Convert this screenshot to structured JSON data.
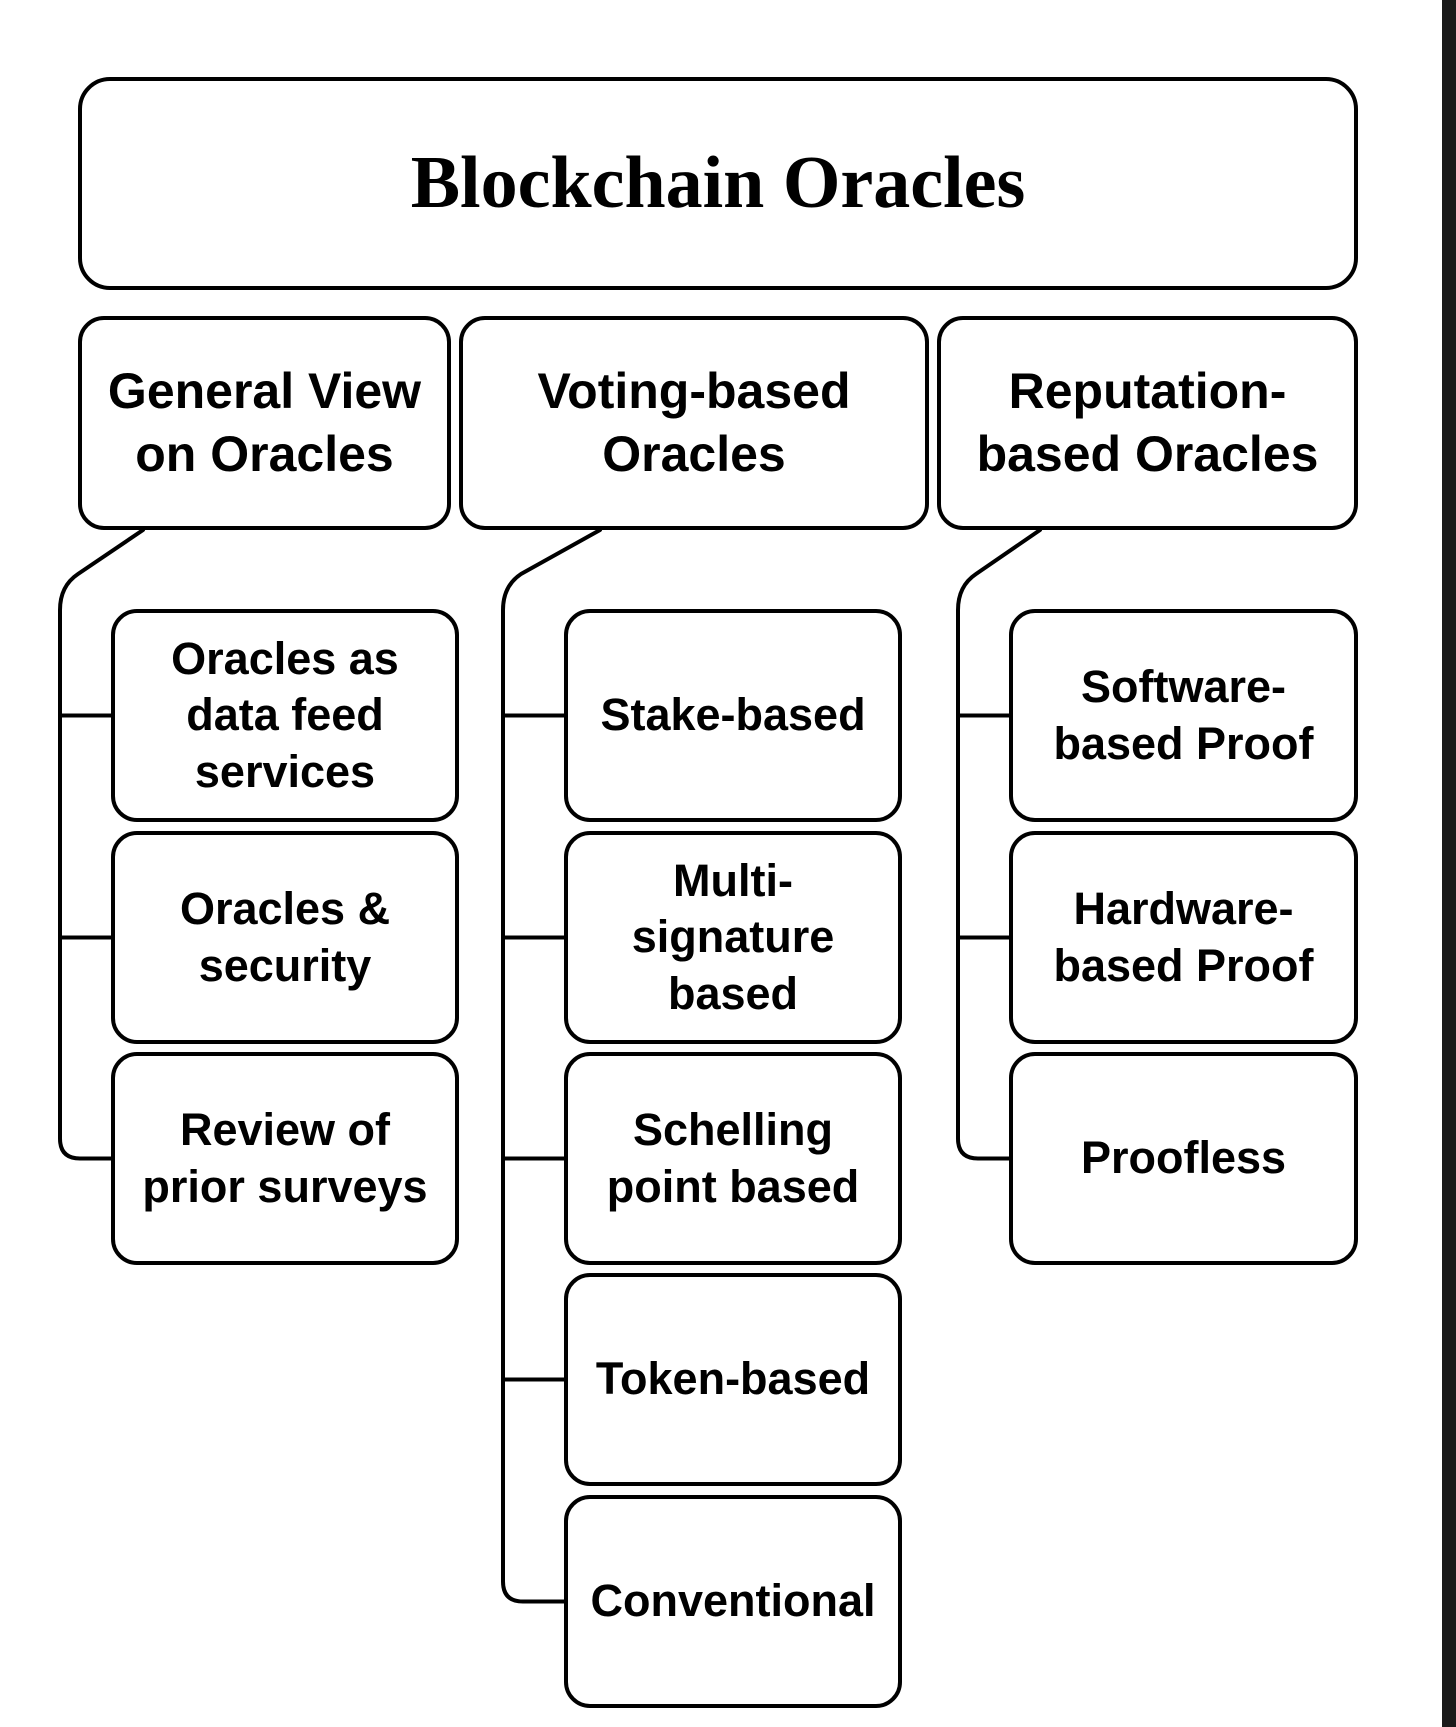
{
  "title": "Blockchain Oracles",
  "categories": [
    {
      "label": "General View\non Oracles",
      "children": [
        "Oracles as\ndata feed\nservices",
        "Oracles &\nsecurity",
        "Review of\nprior surveys"
      ]
    },
    {
      "label": "Voting-based\nOracles",
      "children": [
        "Stake-based",
        "Multi-\nsignature\nbased",
        "Schelling\npoint based",
        "Token-based",
        "Conventional"
      ]
    },
    {
      "label": "Reputation-\nbased Oracles",
      "children": [
        "Software-\nbased Proof",
        "Hardware-\nbased Proof",
        "Proofless"
      ]
    }
  ],
  "colors": {
    "stroke": "#000000",
    "background": "#ffffff",
    "edge_bar": "#1a1a1a"
  }
}
